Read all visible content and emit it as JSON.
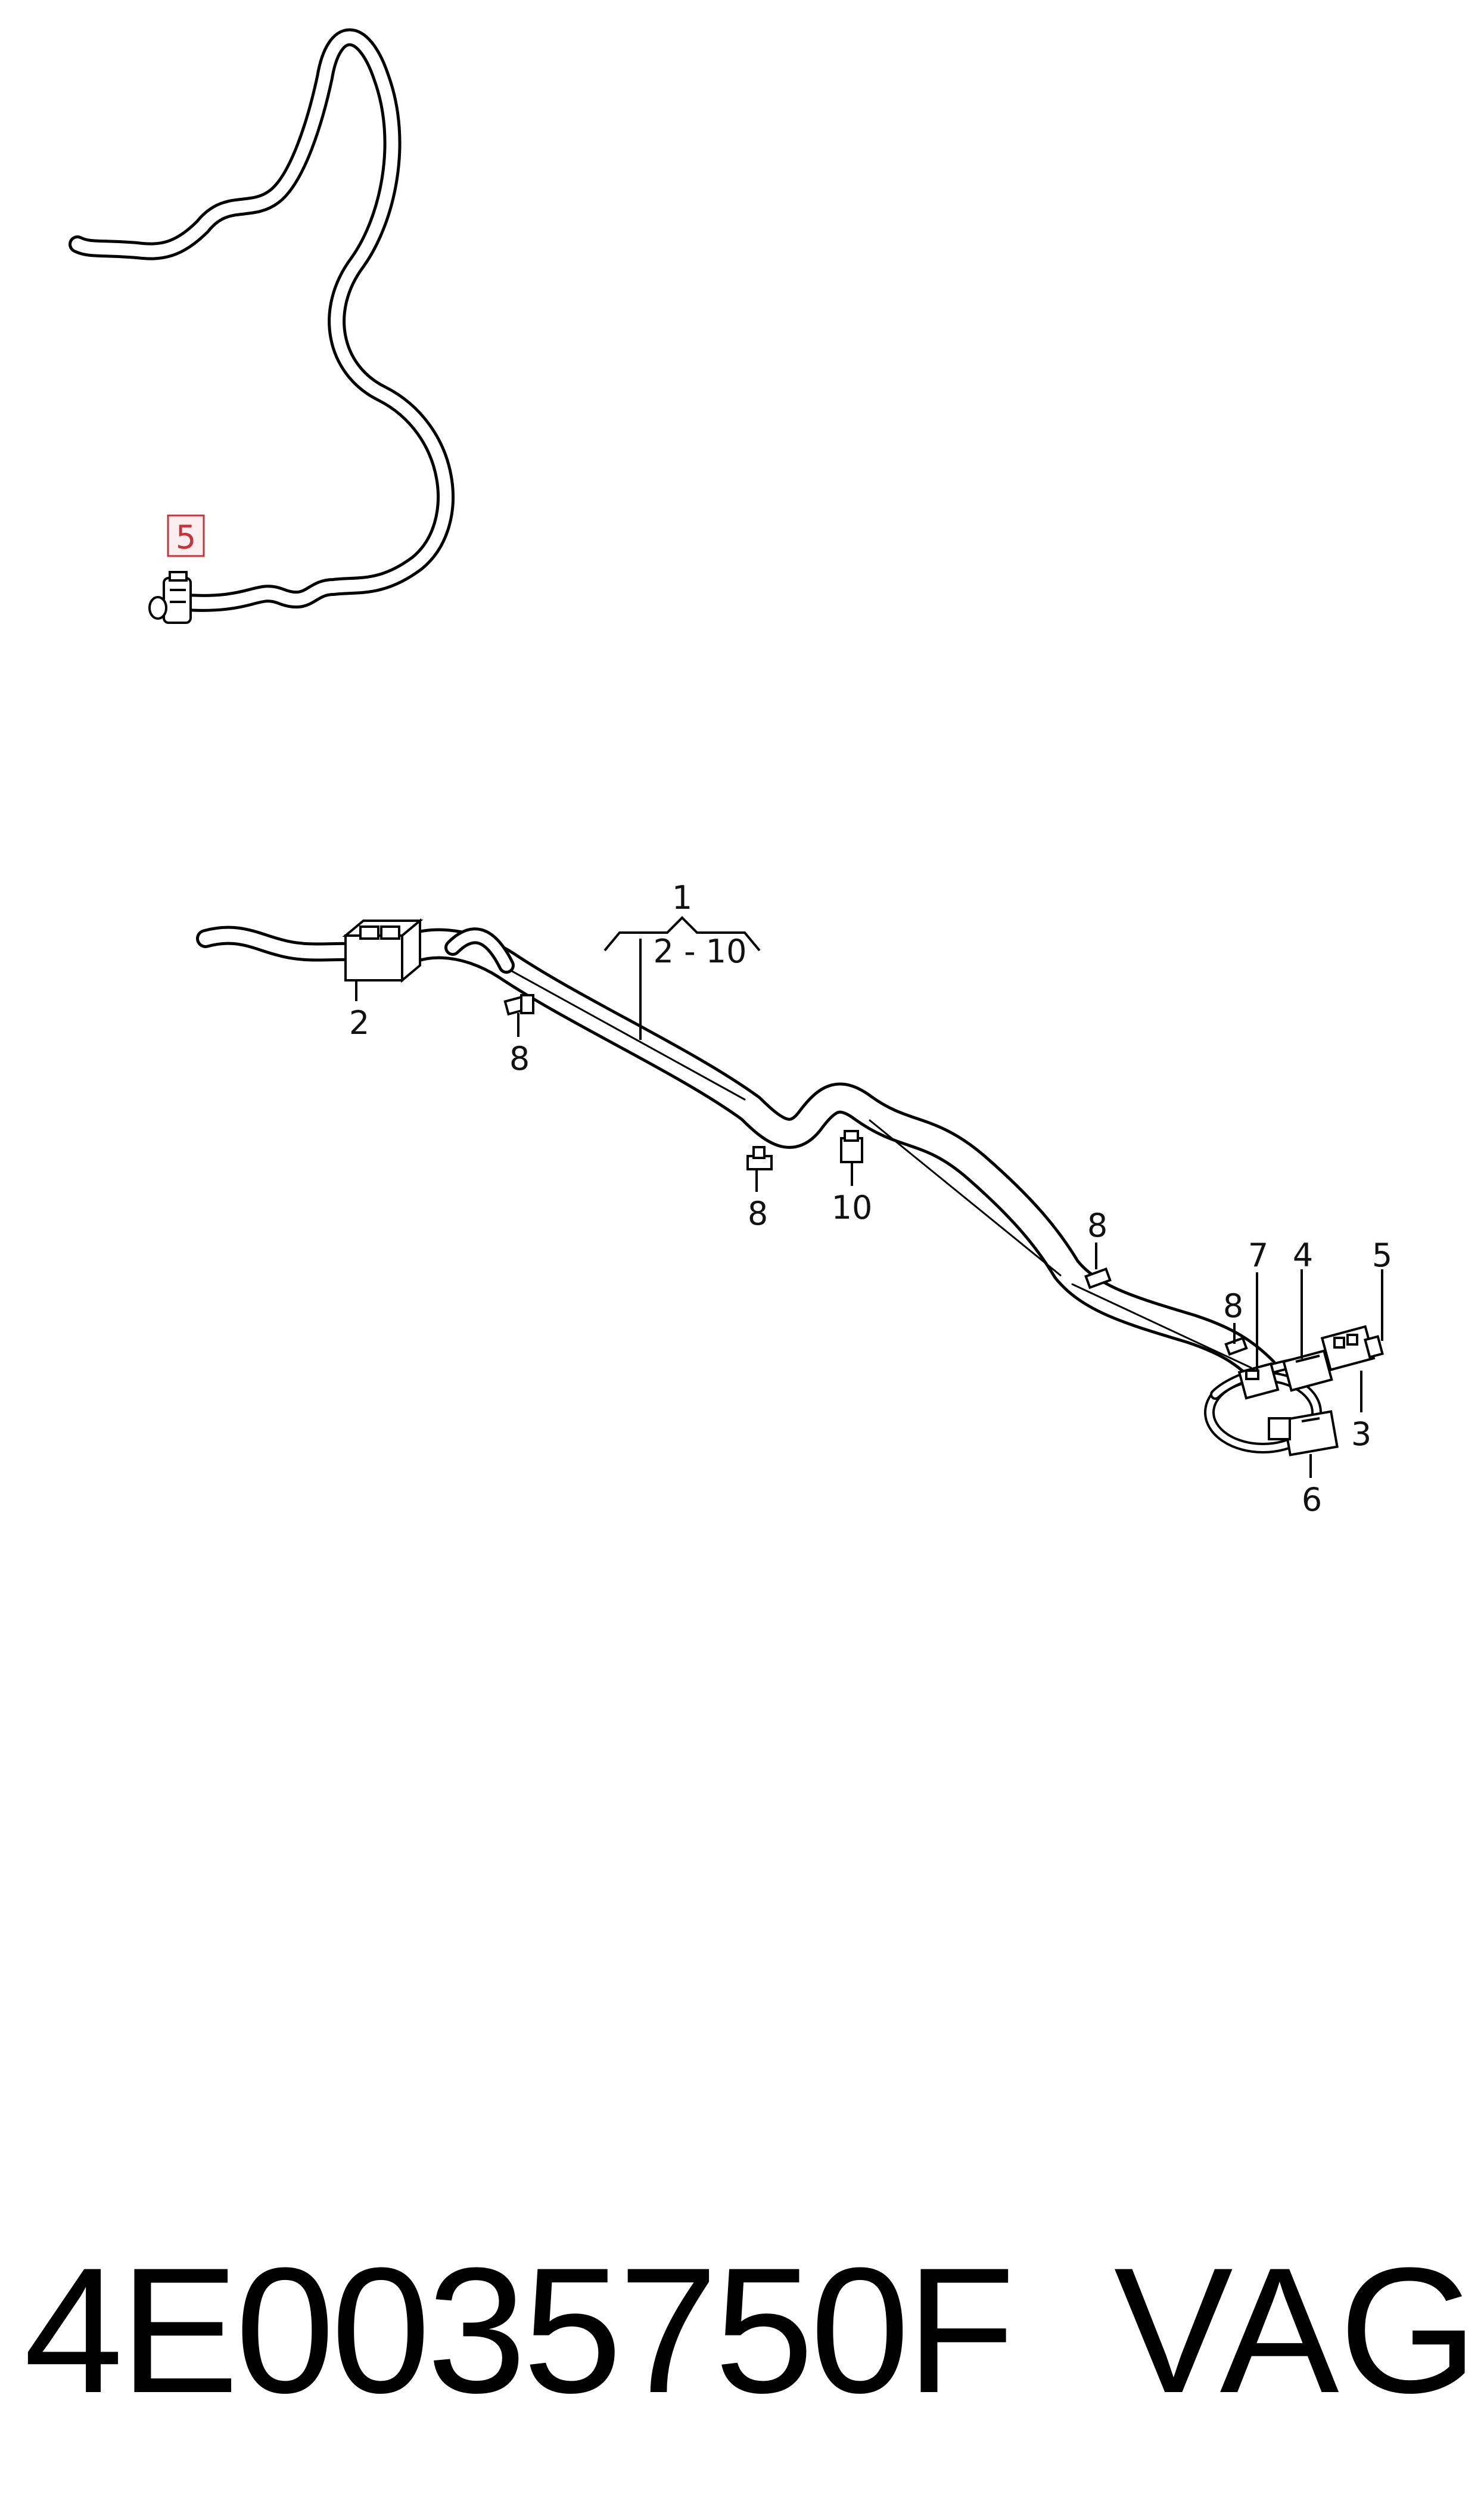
{
  "diagram": {
    "callouts": {
      "main": "1",
      "range": "2 - 10",
      "c2": "2",
      "c8a": "8",
      "c8b": "8",
      "c10": "10",
      "c8c": "8",
      "c8d": "8",
      "c7": "7",
      "c4": "4",
      "c5_right": "5",
      "c3": "3",
      "c6": "6",
      "c5_highlighted": "5"
    },
    "highlight_color": "#c8323a"
  },
  "footer": {
    "part_number": "4E0035750F",
    "brand": "VAG"
  }
}
